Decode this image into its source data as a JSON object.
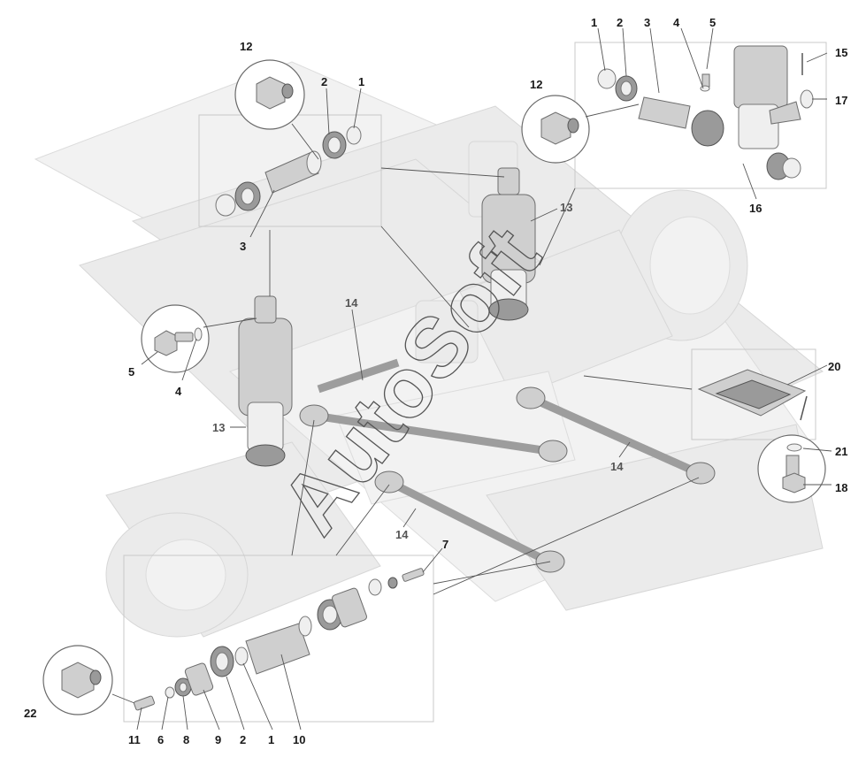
{
  "watermark": "AutoSoft",
  "callouts": {
    "c_1a": "1",
    "c_2a": "2",
    "c_3a": "3",
    "c_4a": "4",
    "c_5a": "5",
    "c_15": "15",
    "c_17": "17",
    "c_16": "16",
    "c_12a": "12",
    "c_2b": "2",
    "c_1b": "1",
    "c_3b": "3",
    "c_12b": "12",
    "c_13a": "13",
    "c_14a": "14",
    "c_5b": "5",
    "c_4b": "4",
    "c_13b": "13",
    "c_20": "20",
    "c_21": "21",
    "c_18": "18",
    "c_14b": "14",
    "c_14c": "14",
    "c_7": "7",
    "c_22": "22",
    "c_11": "11",
    "c_6": "6",
    "c_8": "8",
    "c_9": "9",
    "c_2c": "2",
    "c_1c": "1",
    "c_10": "10"
  },
  "colors": {
    "background": "#ffffff",
    "ghost_assembly": "#ebebeb",
    "part": "#cfcfcf",
    "ink": "#1a1a1a"
  }
}
